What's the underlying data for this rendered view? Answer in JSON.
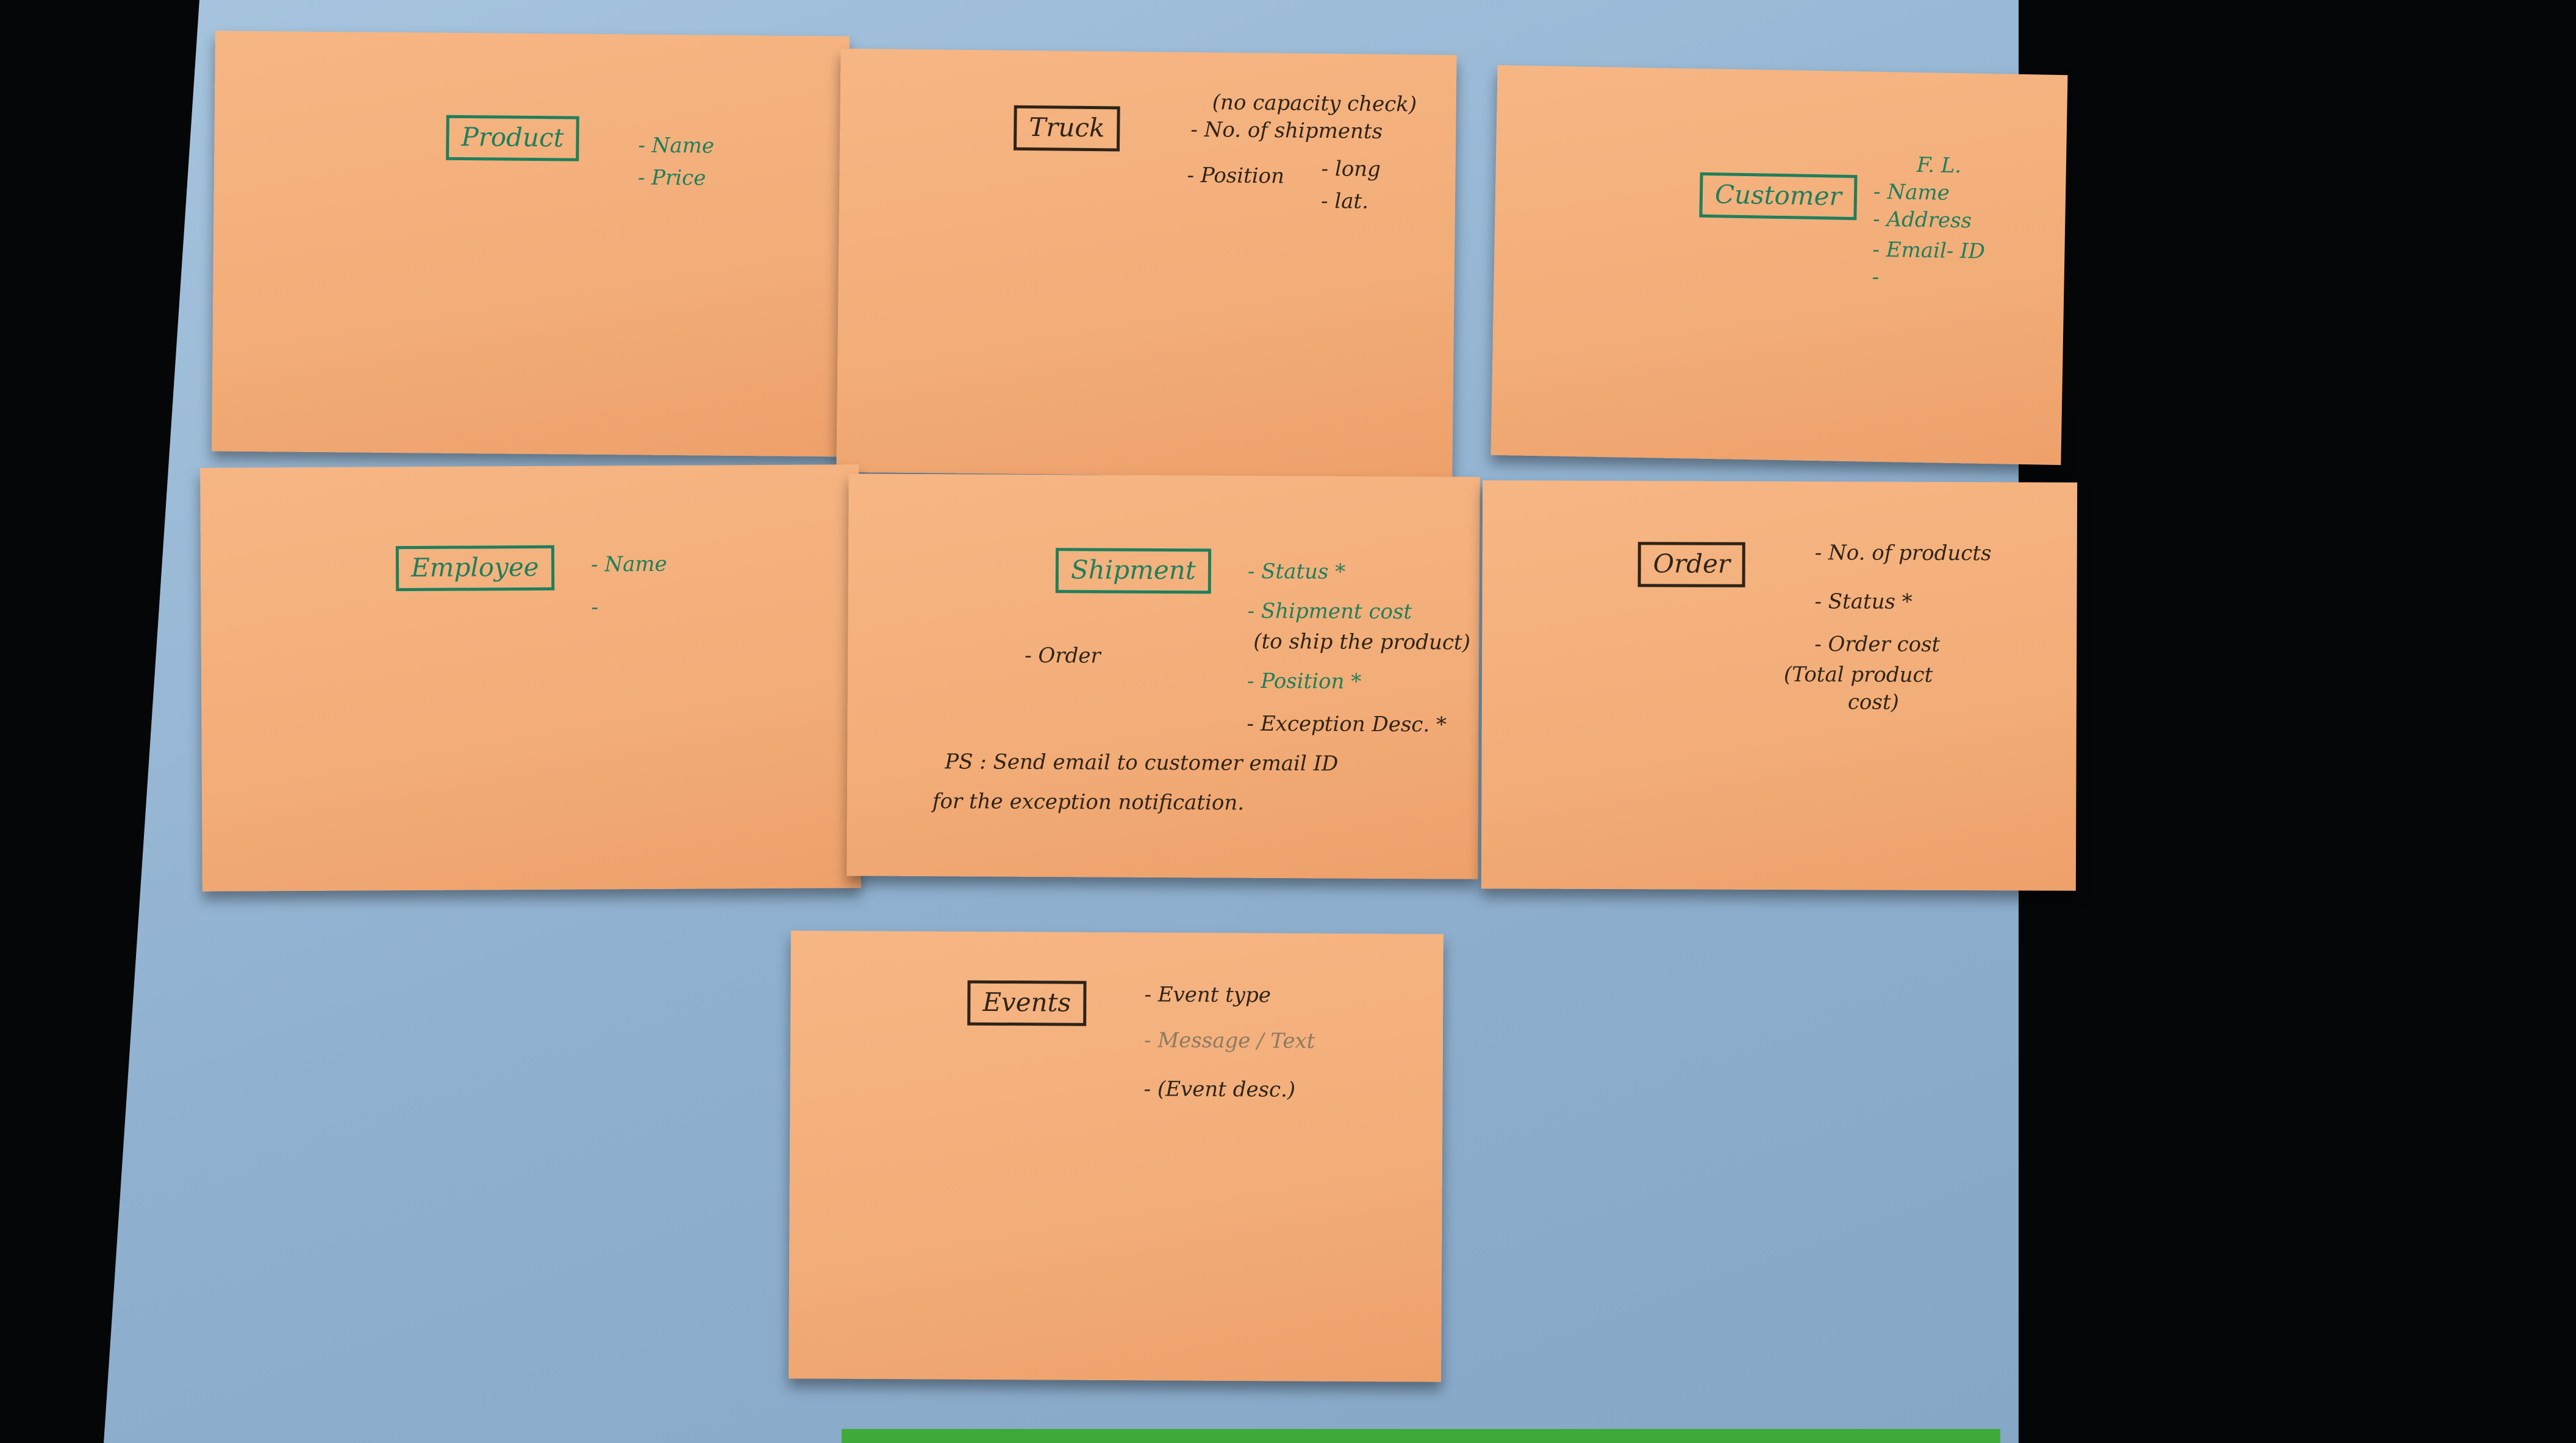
{
  "notes": {
    "product": {
      "title": "Product",
      "attributes": [
        "- Name",
        "- Price"
      ]
    },
    "truck": {
      "title": "Truck",
      "capacity_note": "(no capacity check)",
      "shipments": "- No. of shipments",
      "position": "- Position",
      "position_long": "- long",
      "position_lat": "- lat."
    },
    "customer": {
      "title": "Customer",
      "attributes": [
        "F. L.",
        "- Name",
        "- Address",
        "- Email- ID",
        "-"
      ]
    },
    "employee": {
      "title": "Employee",
      "attributes": [
        "- Name",
        "-"
      ]
    },
    "shipment": {
      "title": "Shipment",
      "order": "- Order",
      "status": "- Status *",
      "cost": "- Shipment cost",
      "cost_note": "(to ship the product)",
      "position": "- Position *",
      "exception": "- Exception Desc. *",
      "ps_line1": "PS : Send email to customer email ID",
      "ps_line2": "for the exception notification."
    },
    "order": {
      "title": "Order",
      "products": "- No. of products",
      "status": "- Status *",
      "cost": "- Order cost",
      "cost_note1": "(Total product",
      "cost_note2": "cost)"
    },
    "events": {
      "title": "Events",
      "type": "- Event type",
      "message": "- Message / Text",
      "desc": "- (Event desc.)"
    }
  }
}
